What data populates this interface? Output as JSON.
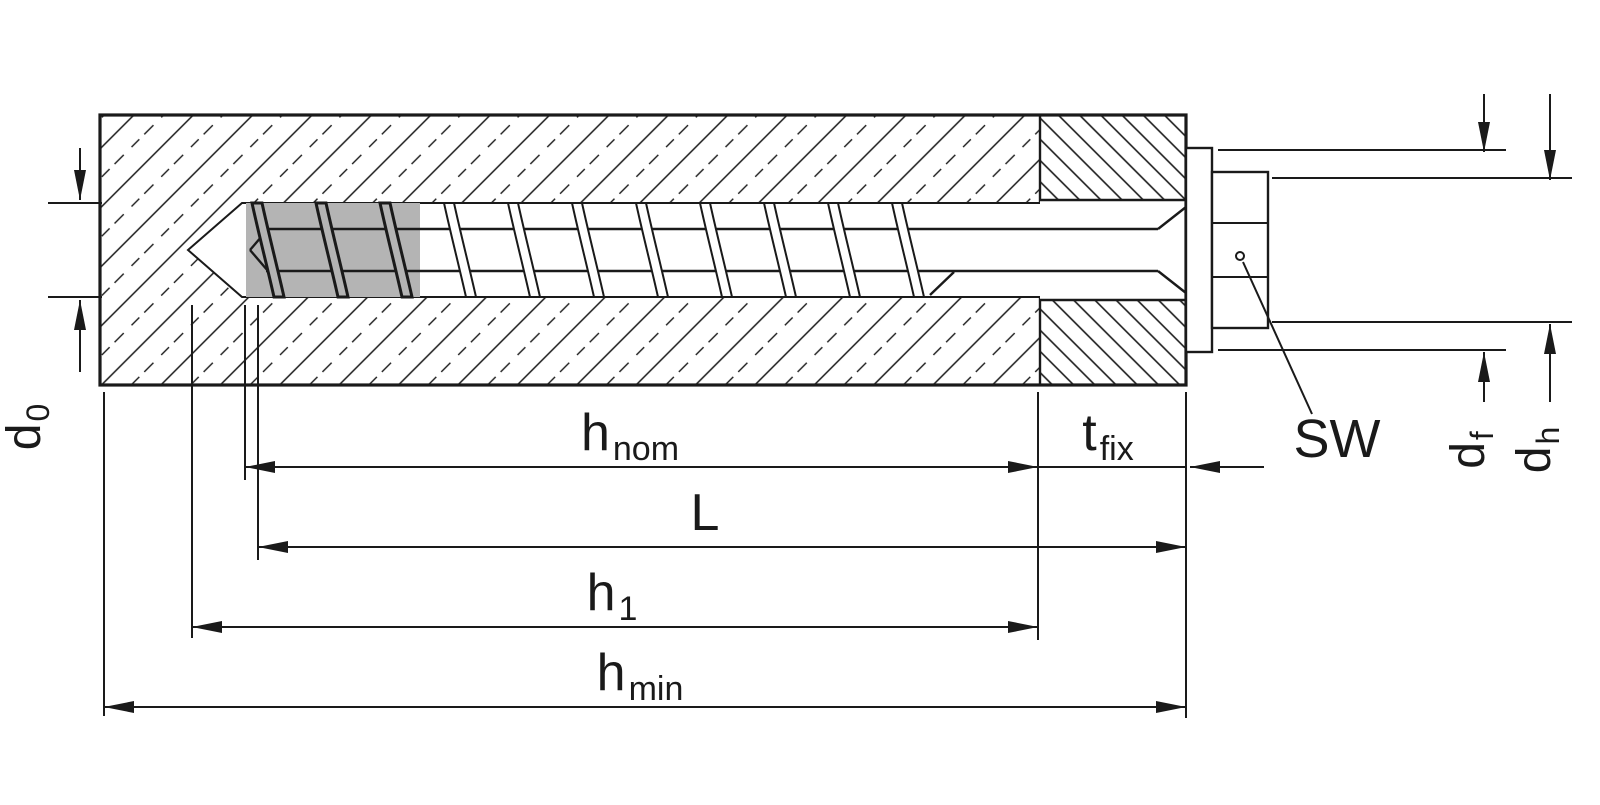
{
  "labels": {
    "d0": {
      "main": "d",
      "sub": "0"
    },
    "hnom": {
      "main": "h",
      "sub": "nom"
    },
    "tfix": {
      "main": "t",
      "sub": "fix"
    },
    "L": {
      "main": "L"
    },
    "h1": {
      "main": "h",
      "sub": "1"
    },
    "hmin": {
      "main": "h",
      "sub": "min"
    },
    "sw": {
      "main": "SW"
    },
    "df": {
      "main": "d",
      "sub": "f"
    },
    "dh": {
      "main": "d",
      "sub": "h"
    }
  },
  "colors": {
    "line": "#1a1a1a",
    "background": "#ffffff",
    "thread_highlight": "#b4b4b4"
  }
}
